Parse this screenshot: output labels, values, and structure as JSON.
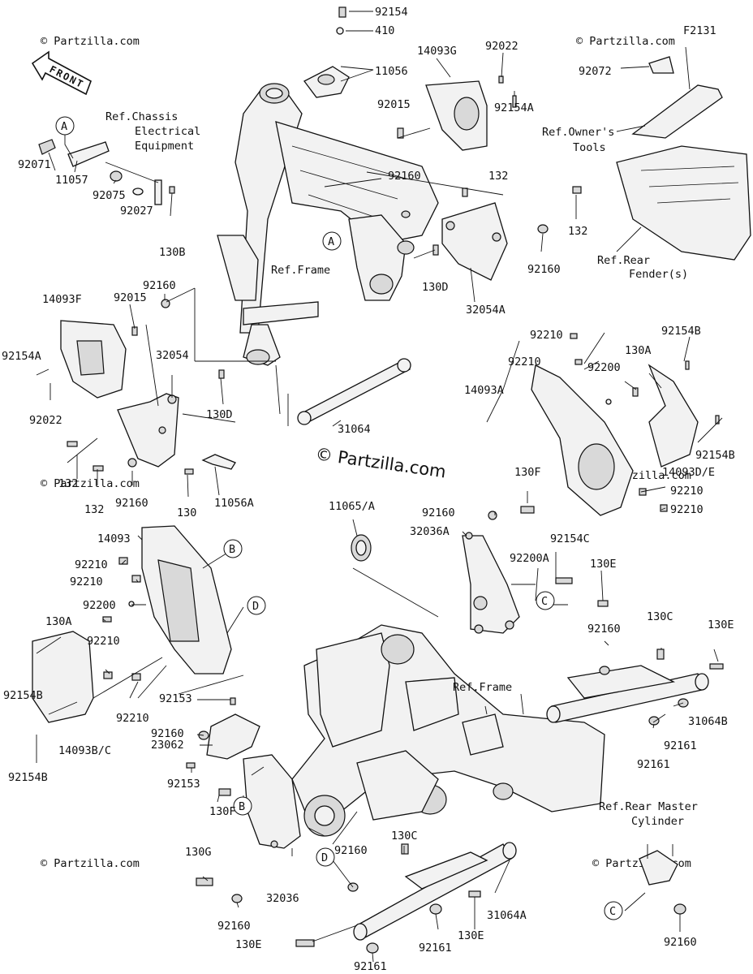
{
  "figure_code": "F2131",
  "front_label": "FRONT",
  "watermark": "© Partzilla.com",
  "copyright_center": "© Partzilla.com",
  "refs": {
    "chassis_electrical": [
      "Ref.Chassis",
      "Electrical",
      "Equipment"
    ],
    "frame_top": "Ref.Frame",
    "frame_bottom": "Ref.Frame",
    "owners_tools": [
      "Ref.Owner's",
      "Tools"
    ],
    "rear_fender": [
      "Ref.Rear",
      "Fender(s)"
    ],
    "rear_master_cylinder": [
      "Ref.Rear Master",
      "Cylinder"
    ]
  },
  "callouts": {
    "a": "A",
    "b": "B",
    "c": "C",
    "d": "D"
  },
  "parts": {
    "p92154": "92154",
    "p410": "410",
    "p11056": "11056",
    "p14093G": "14093G",
    "p92022_top": "92022",
    "p92154A_top": "92154A",
    "p92015_top": "92015",
    "p92072": "92072",
    "p92071": "92071",
    "p11057": "11057",
    "p92075": "92075",
    "p92027": "92027",
    "p130B": "130B",
    "p92160_a": "92160",
    "p132_a": "132",
    "p132_b": "132",
    "p92160_b": "92160",
    "p130D_a": "130D",
    "p32054A": "32054A",
    "p92160_c": "92160",
    "p14093F": "14093F",
    "p92015_left": "92015",
    "p92154A_left": "92154A",
    "p92022_left": "92022",
    "p32054": "32054",
    "p130D_b": "130D",
    "p31064": "31064",
    "p132_c": "132",
    "p132_d": "132",
    "p92160_d": "92160",
    "p130_a": "130",
    "p11056A": "11056A",
    "p92210_a": "92210",
    "p92154B_a": "92154B",
    "p92210_b": "92210",
    "p130A_a": "130A",
    "p92200_a": "92200",
    "p14093A": "14093A",
    "p92154B_b": "92154B",
    "p14093DE": "14093D/E",
    "p92210_c": "92210",
    "p92210_d": "92210",
    "p11065A": "11065/A",
    "p130F_a": "130F",
    "p92160_e": "92160",
    "p32036A": "32036A",
    "p92154C": "92154C",
    "p92200A": "92200A",
    "p130E_a": "130E",
    "p14093": "14093",
    "p92210_e": "92210",
    "p92210_f": "92210",
    "p92200_b": "92200",
    "p130A_b": "130A",
    "p92210_g": "92210",
    "p92154B_c": "92154B",
    "p92210_h": "92210",
    "p14093BC": "14093B/C",
    "p92154B_d": "92154B",
    "p92160_f": "92160",
    "p130C_a": "130C",
    "p130E_b": "130E",
    "p31064B": "31064B",
    "p92161_a": "92161",
    "p92161_b": "92161",
    "p92153_a": "92153",
    "p92160_g": "92160",
    "p23062": "23062",
    "p92153_b": "92153",
    "p130F_b": "130F",
    "p130G": "130G",
    "p92160_h": "92160",
    "p130C_b": "130C",
    "p32036": "32036",
    "p92160_i": "92160",
    "p130E_c": "130E",
    "p92161_c": "92161",
    "p130E_d": "130E",
    "p31064A": "31064A",
    "p92161_d": "92161",
    "p92160_j": "92160"
  }
}
